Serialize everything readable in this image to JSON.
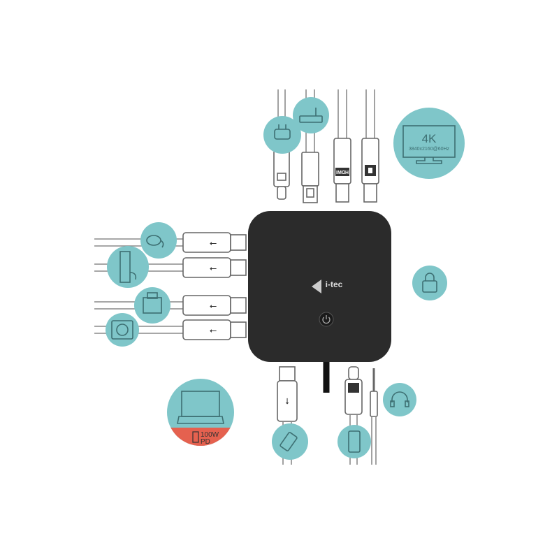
{
  "dock": {
    "brand": "i-tec"
  },
  "monitor": {
    "resolution": "4K",
    "detail": "3840x2160@60Hz"
  },
  "laptop": {
    "power": "100W",
    "pd": "PD"
  },
  "hdmi_label": "HDMI",
  "colors": {
    "accent": "#7fc6c9",
    "power_delivery": "#e5614f",
    "dock": "#2b2b2b"
  }
}
